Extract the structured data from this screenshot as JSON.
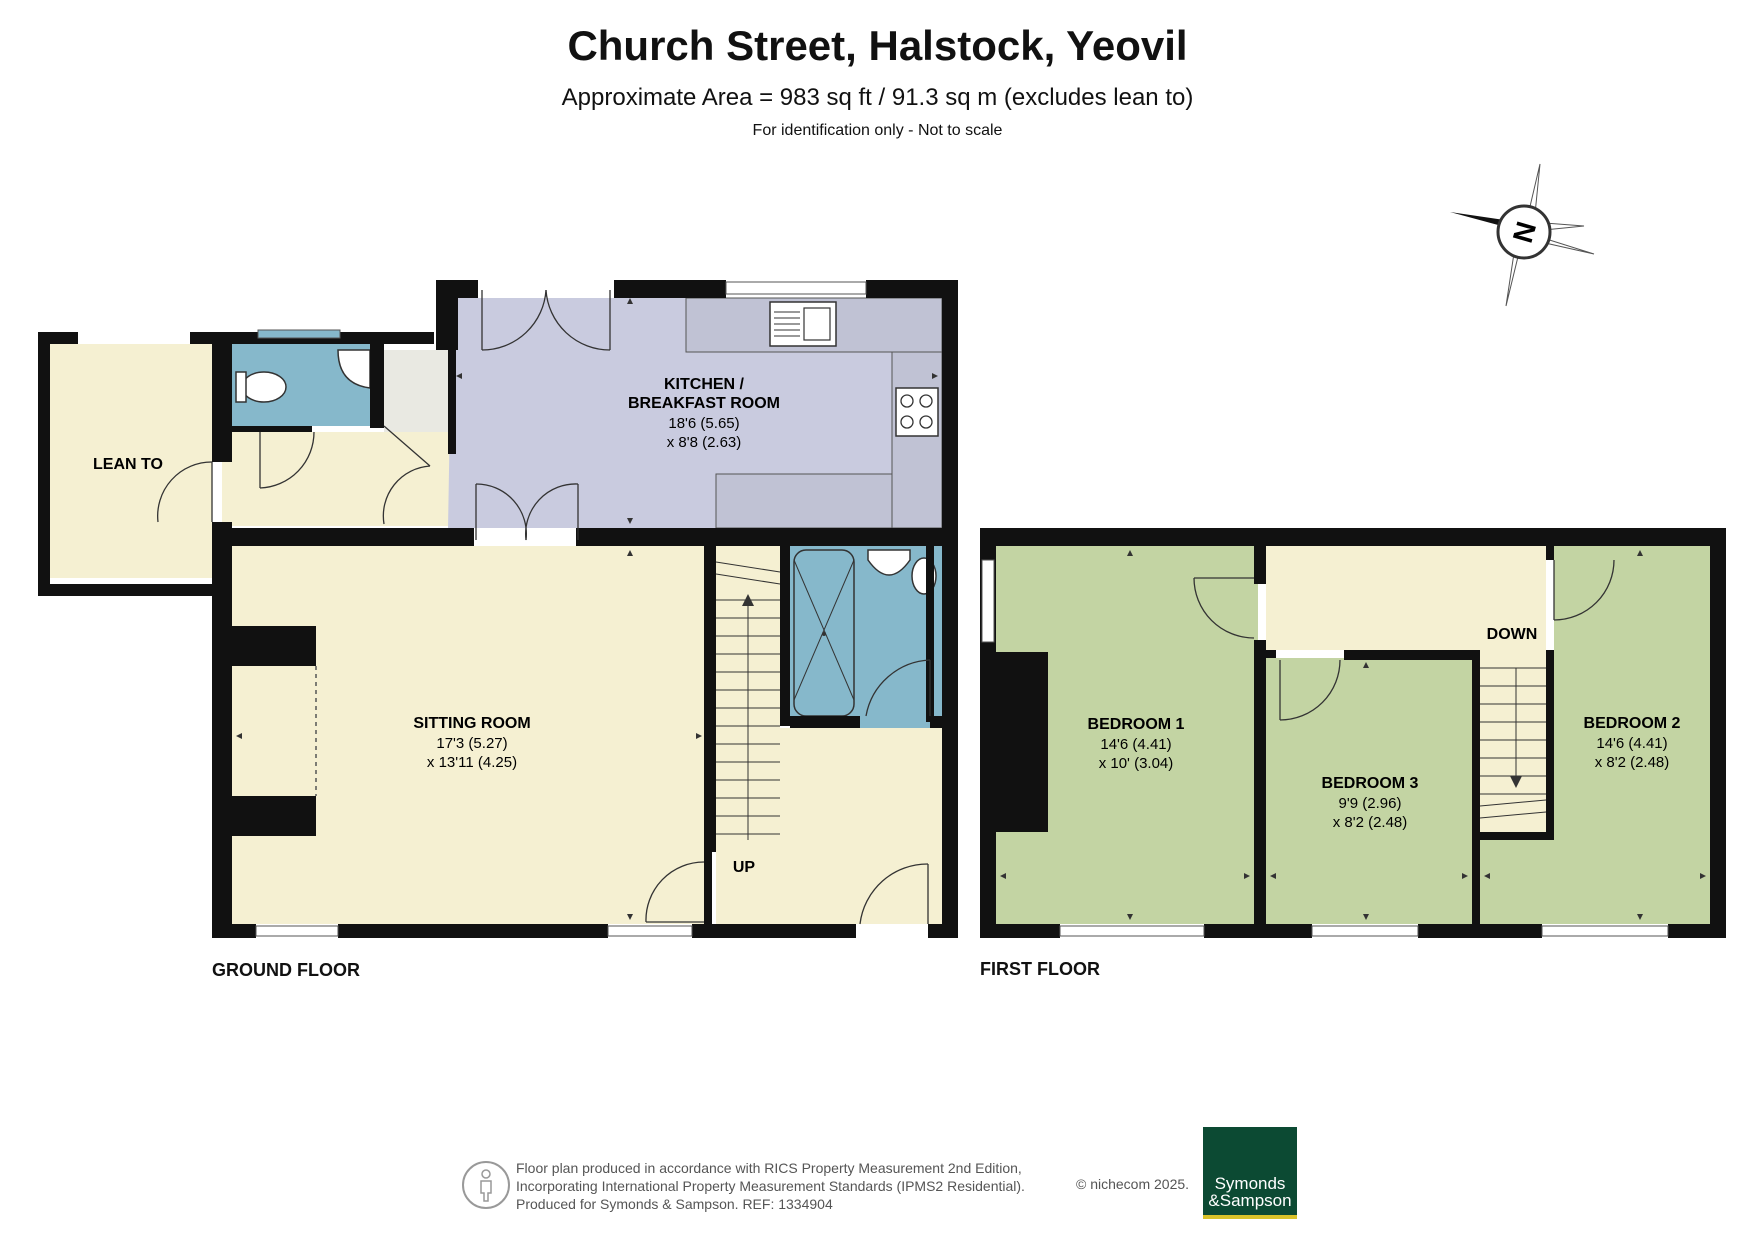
{
  "header": {
    "title": "Church Street, Halstock, Yeovil",
    "area": "Approximate Area = 983 sq ft / 91.3 sq m (excludes lean to)",
    "note": "For identification only - Not to scale"
  },
  "compass": {
    "label": "N"
  },
  "floors": {
    "ground": "GROUND FLOOR",
    "first": "FIRST FLOOR"
  },
  "rooms": {
    "lean_to": {
      "name": "LEAN TO"
    },
    "kitchen": {
      "name_line1": "KITCHEN /",
      "name_line2": "BREAKFAST ROOM",
      "dim1": "18'6 (5.65)",
      "dim2": "x 8'8 (2.63)"
    },
    "sitting": {
      "name": "SITTING ROOM",
      "dim1": "17'3 (5.27)",
      "dim2": "x 13'11 (4.25)"
    },
    "bedroom1": {
      "name": "BEDROOM 1",
      "dim1": "14'6 (4.41)",
      "dim2": "x 10' (3.04)"
    },
    "bedroom2": {
      "name": "BEDROOM 2",
      "dim1": "14'6 (4.41)",
      "dim2": "x 8'2 (2.48)"
    },
    "bedroom3": {
      "name": "BEDROOM 3",
      "dim1": "9'9 (2.96)",
      "dim2": "x 8'2 (2.48)"
    }
  },
  "stairs": {
    "up": "UP",
    "down": "DOWN"
  },
  "footer": {
    "line1": "Floor plan produced in accordance with RICS Property Measurement 2nd Edition,",
    "line2": "Incorporating International Property Measurement Standards (IPMS2 Residential).",
    "line3": "Produced for Symonds & Sampson.   REF:  1334904",
    "credit": "© nichecom 2025.",
    "logo_line1": "Symonds",
    "logo_line2": "&Sampson"
  },
  "colors": {
    "wall": "#111111",
    "cream": "#f5f0d2",
    "kitchen": "#c9cbdf",
    "bath": "#86b8cb",
    "bedroom": "#c3d4a3",
    "logo_green": "#0c4a33",
    "logo_gold": "#d8c22a"
  }
}
